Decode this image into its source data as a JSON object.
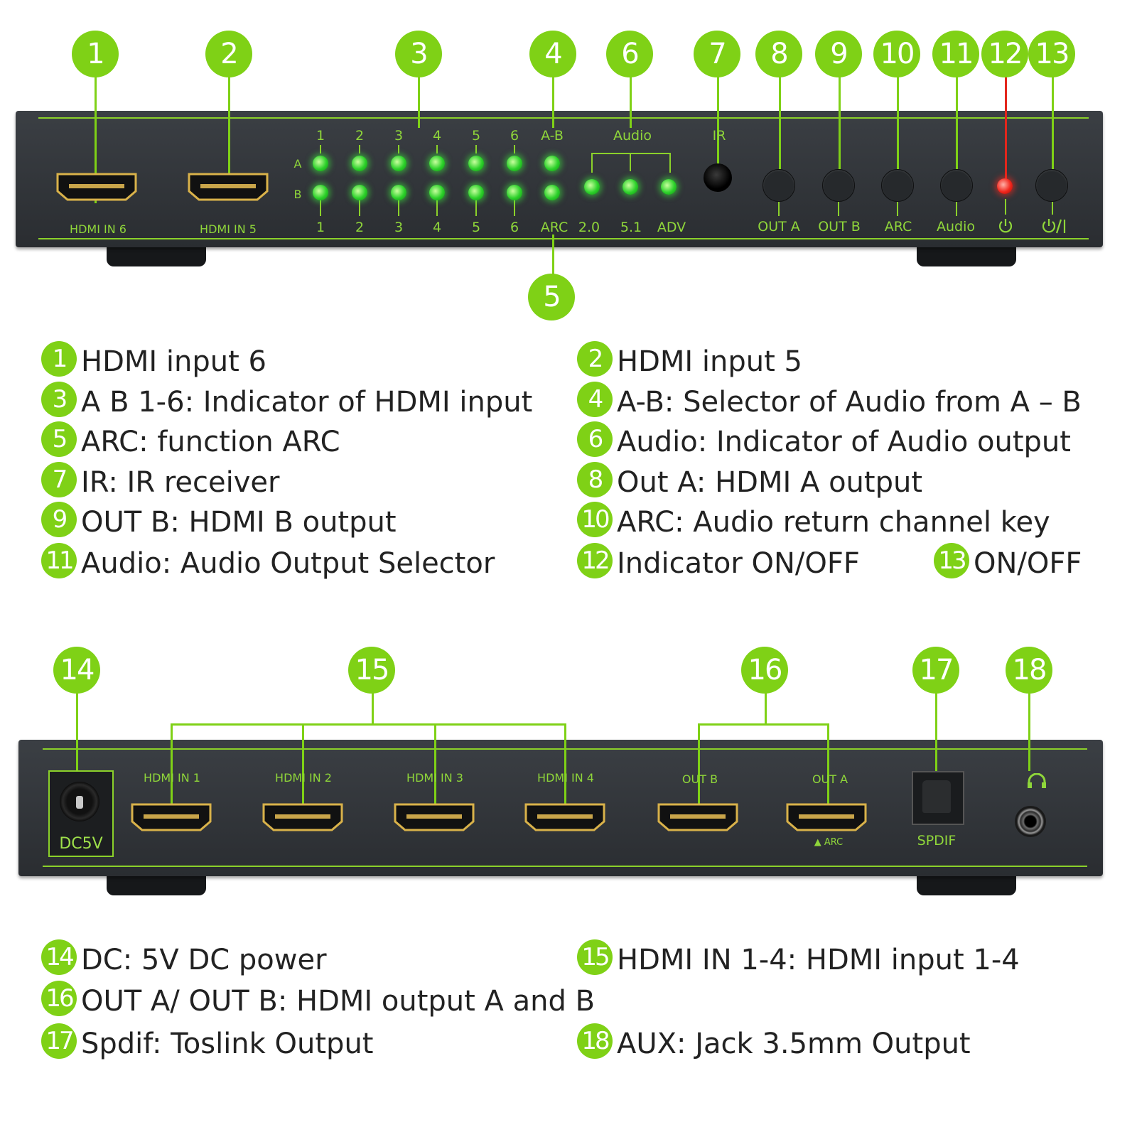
{
  "colors": {
    "accent": "#7fd116",
    "panel": "#2f3236",
    "led_green": "#2cd12a",
    "led_red": "#f2261c"
  },
  "front": {
    "callouts": [
      "1",
      "2",
      "3",
      "4",
      "5",
      "6",
      "7",
      "8",
      "9",
      "10",
      "11",
      "12",
      "13"
    ],
    "hdmi_in6": "HDMI IN 6",
    "hdmi_in5": "HDMI IN 5",
    "row_a": "A",
    "row_b": "B",
    "top_nums": [
      "1",
      "2",
      "3",
      "4",
      "5",
      "6"
    ],
    "bottom_nums": [
      "1",
      "2",
      "3",
      "4",
      "5",
      "6"
    ],
    "ab": "A-B",
    "arc_led": "ARC",
    "audio": "Audio",
    "audio_modes": [
      "2.0",
      "5.1",
      "ADV"
    ],
    "ir": "IR",
    "buttons": [
      "OUT A",
      "OUT B",
      "ARC",
      "Audio"
    ],
    "power_led_icon": "power-indicator-icon",
    "onoff_icon": "power-toggle-icon"
  },
  "legend_front": [
    {
      "n": "1",
      "t": "HDMI input 6"
    },
    {
      "n": "2",
      "t": "HDMI input 5"
    },
    {
      "n": "3",
      "t": "A B 1-6: Indicator of HDMI input"
    },
    {
      "n": "4",
      "t": "A-B: Selector of Audio from A – B"
    },
    {
      "n": "5",
      "t": "ARC: function ARC"
    },
    {
      "n": "6",
      "t": "Audio: Indicator of Audio output"
    },
    {
      "n": "7",
      "t": "IR: IR receiver"
    },
    {
      "n": "8",
      "t": "Out A: HDMI A output"
    },
    {
      "n": "9",
      "t": "OUT B: HDMI B output"
    },
    {
      "n": "10",
      "t": "ARC: Audio return channel key"
    },
    {
      "n": "11",
      "t": "Audio: Audio Output Selector"
    },
    {
      "n": "12",
      "t": "Indicator ON/OFF"
    },
    {
      "n": "13",
      "t": "ON/OFF"
    }
  ],
  "back": {
    "callouts": [
      "14",
      "15",
      "16",
      "17",
      "18"
    ],
    "dc": "DC5V",
    "ports": [
      "HDMI IN 1",
      "HDMI IN 2",
      "HDMI IN 3",
      "HDMI IN 4",
      "OUT B",
      "OUT A"
    ],
    "arc": "▲  ARC",
    "spdif": "SPDIF",
    "headphone_icon": "headphone-icon"
  },
  "legend_back": [
    {
      "n": "14",
      "t": "DC: 5V DC power"
    },
    {
      "n": "15",
      "t": "HDMI IN 1-4: HDMI input 1-4"
    },
    {
      "n": "16",
      "t": "OUT A/ OUT B: HDMI output A and B"
    },
    {
      "n": "17",
      "t": "Spdif: Toslink Output"
    },
    {
      "n": "18",
      "t": "AUX: Jack 3.5mm Output"
    }
  ]
}
